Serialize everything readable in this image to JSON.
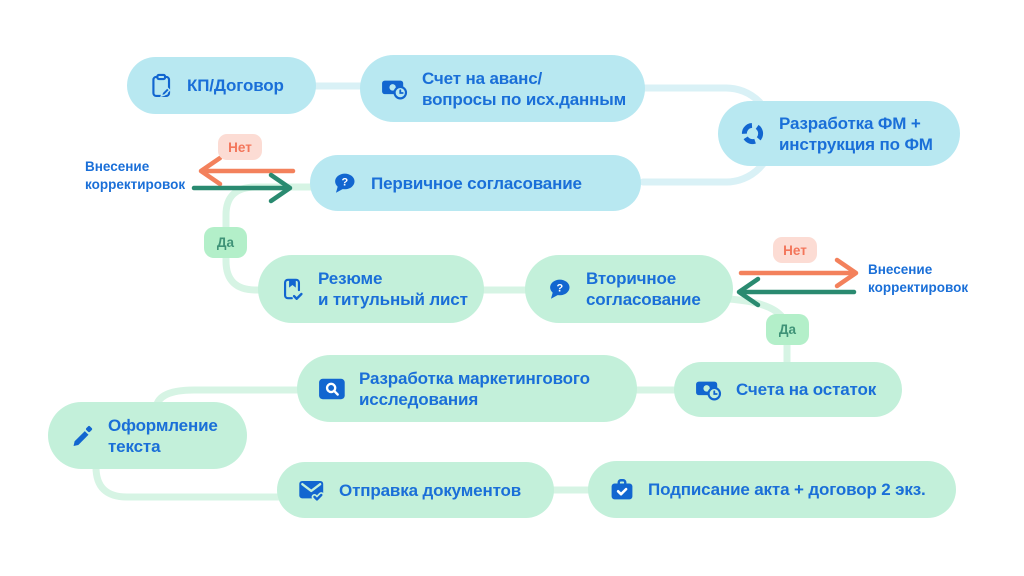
{
  "colors": {
    "accent_blue": "#1a6fd8",
    "icon_blue": "#1266d0",
    "pill_cyan": "#b8e8f1",
    "pill_mint": "#c3f0da",
    "connector_cyan": "#d9f1f6",
    "connector_mint": "#d6f4e4",
    "arrow_orange": "#f3815c",
    "arrow_teal": "#2a8a70",
    "no_bg": "#fcdcd4",
    "no_text": "#f3765b",
    "yes_bg": "#b3efc9",
    "yes_text": "#3f9377"
  },
  "nodes": [
    {
      "label": "КП/Договор",
      "icon": "clipboard-edit"
    },
    {
      "label": "Счет на аванс/\nвопросы по исх.данным",
      "icon": "money-clock"
    },
    {
      "label": "Разработка ФМ +\nинструкция по ФМ",
      "icon": "donut-chart"
    },
    {
      "label": "Первичное согласование",
      "icon": "question-bubble"
    },
    {
      "label": "Резюме\nи титульный лист",
      "icon": "book-check"
    },
    {
      "label": "Вторичное\nсогласование",
      "icon": "question-bubble"
    },
    {
      "label": "Разработка маркетингового\nисследования",
      "icon": "search"
    },
    {
      "label": "Счета на остаток",
      "icon": "money-clock"
    },
    {
      "label": "Оформление\nтекста",
      "icon": "pencil"
    },
    {
      "label": "Отправка документов",
      "icon": "mail-check"
    },
    {
      "label": "Подписание акта + договор 2 экз.",
      "icon": "briefcase-check"
    }
  ],
  "decisions": {
    "left": {
      "no": "Нет",
      "yes": "Да",
      "label": "Внесение\nкорректировок"
    },
    "right": {
      "no": "Нет",
      "yes": "Да",
      "label": "Внесение\nкорректировок"
    }
  }
}
